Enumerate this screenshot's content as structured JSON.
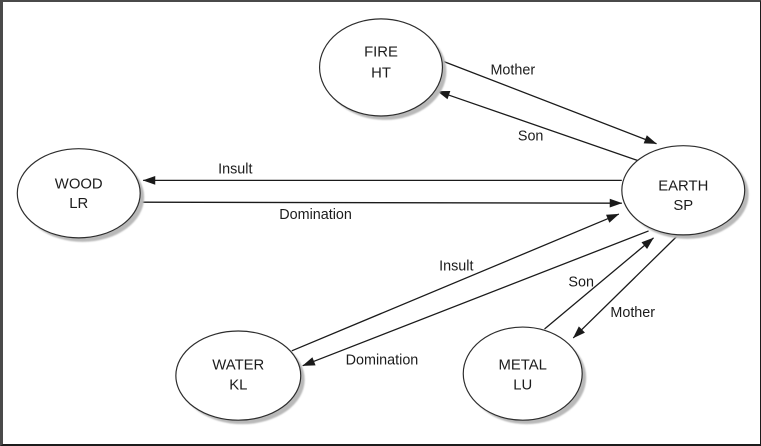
{
  "diagram": {
    "type": "node-edge-graph",
    "description": "Five element relationship diagram",
    "nodes": [
      {
        "id": "fire",
        "name": "FIRE",
        "code": "HT"
      },
      {
        "id": "wood",
        "name": "WOOD",
        "code": "LR"
      },
      {
        "id": "earth",
        "name": "EARTH",
        "code": "SP"
      },
      {
        "id": "water",
        "name": "WATER",
        "code": "KL"
      },
      {
        "id": "metal",
        "name": "METAL",
        "code": "LU"
      }
    ],
    "edges": [
      {
        "from": "FIRE",
        "to": "EARTH",
        "label": "Mother"
      },
      {
        "from": "EARTH",
        "to": "FIRE",
        "label": "Son"
      },
      {
        "from": "EARTH",
        "to": "WOOD",
        "label": "Insult"
      },
      {
        "from": "WOOD",
        "to": "EARTH",
        "label": "Domination"
      },
      {
        "from": "WATER",
        "to": "EARTH",
        "label": "Insult"
      },
      {
        "from": "EARTH",
        "to": "WATER",
        "label": "Domination"
      },
      {
        "from": "METAL",
        "to": "EARTH",
        "label": "Son"
      },
      {
        "from": "EARTH",
        "to": "METAL",
        "label": "Mother"
      }
    ],
    "colors": {
      "line": "#1a1a1a",
      "node_fill": "#ffffff",
      "node_stroke": "#2d2d2d",
      "shadow": "#b9b9b9",
      "background": "#ffffff",
      "border": "#4a4a4a"
    }
  }
}
